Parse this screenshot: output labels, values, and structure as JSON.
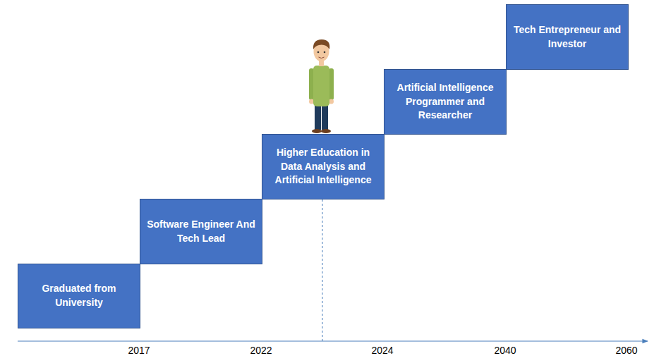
{
  "diagram": {
    "nodes": [
      {
        "text": [
          "Graduated from University"
        ]
      },
      {
        "text": [
          "Software Engineer And Tech Lead"
        ]
      },
      {
        "text": [
          "Higher Education in Data Analysis and Artificial Intelligence"
        ]
      },
      {
        "text": [
          "Artificial Intelligence Programmer and Researcher"
        ]
      },
      {
        "text": [
          "Tech Entrepreneur and Investor"
        ]
      }
    ],
    "labels": [
      "2017",
      "2022",
      "2024",
      "2040",
      "2060"
    ]
  }
}
